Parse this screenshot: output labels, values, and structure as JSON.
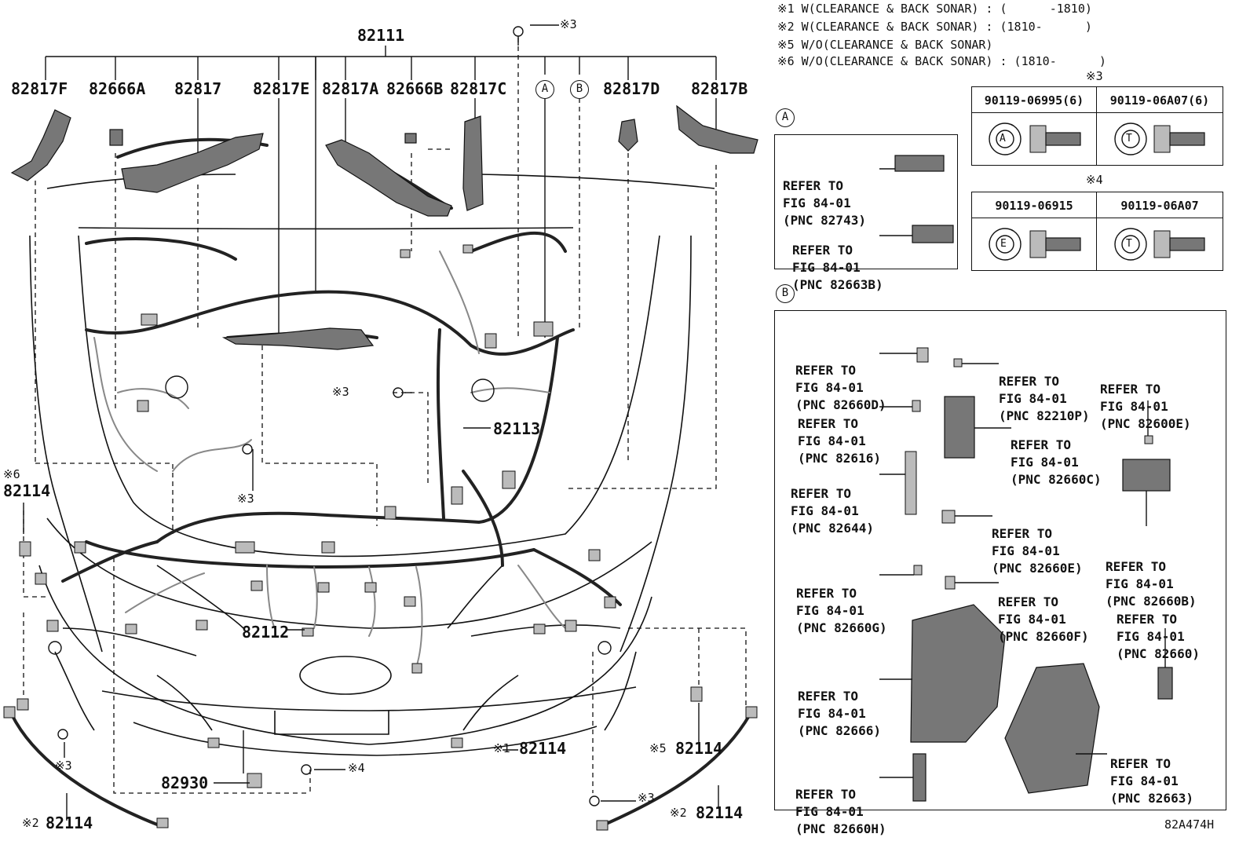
{
  "notes": [
    "※1 W(CLEARANCE & BACK SONAR) : (      -1810)",
    "※2 W(CLEARANCE & BACK SONAR) : (1810-      )",
    "※5 W/O(CLEARANCE & BACK SONAR)",
    "※6 W/O(CLEARANCE & BACK SONAR) : (1810-      )"
  ],
  "main_part": "82111",
  "top_labels": [
    "82817F",
    "82666A",
    "82817",
    "82817E",
    "82817A",
    "82666B",
    "82817C",
    "A",
    "B",
    "82817D",
    "82817B"
  ],
  "callouts": {
    "n82113": "82113",
    "n82112": "82112",
    "n82114_left_prefix": "※6",
    "n82114_left": "82114",
    "n82114_bottom_left_prefix": "※2",
    "n82114_bottom_left": "82114",
    "n82114_mid_prefix": "※1",
    "n82114_mid": "82114",
    "n82114_right5_prefix": "※5",
    "n82114_right5": "82114",
    "n82114_right2_prefix": "※2",
    "n82114_right2": "82114",
    "n82930": "82930",
    "m3": "※3",
    "m4": "※4"
  },
  "bolt_table_3": {
    "mark": "※3",
    "cols": [
      {
        "part": "90119-06995(6)",
        "letter": "A"
      },
      {
        "part": "90119-06A07(6)",
        "letter": "T"
      }
    ]
  },
  "bolt_table_4": {
    "mark": "※4",
    "cols": [
      {
        "part": "90119-06915",
        "letter": "E"
      },
      {
        "part": "90119-06A07",
        "letter": "T"
      }
    ]
  },
  "box_a": {
    "label": "A",
    "refs": [
      {
        "l1": "REFER TO",
        "l2": "FIG 84-01",
        "l3": "(PNC 82743)"
      },
      {
        "l1": "REFER TO",
        "l2": "FIG 84-01",
        "l3": "(PNC 82663B)"
      }
    ]
  },
  "box_b": {
    "label": "B",
    "refs": [
      {
        "l1": "REFER TO",
        "l2": "FIG 84-01",
        "l3": "(PNC 82660D)"
      },
      {
        "l1": "REFER TO",
        "l2": "FIG 84-01",
        "l3": "(PNC 82210P)"
      },
      {
        "l1": "REFER TO",
        "l2": "FIG 84-01",
        "l3": "(PNC 82600E)"
      },
      {
        "l1": "REFER TO",
        "l2": "FIG 84-01",
        "l3": "(PNC 82616)"
      },
      {
        "l1": "REFER TO",
        "l2": "FIG 84-01",
        "l3": "(PNC 82660C)"
      },
      {
        "l1": "REFER TO",
        "l2": "FIG 84-01",
        "l3": "(PNC 82644)"
      },
      {
        "l1": "REFER TO",
        "l2": "FIG 84-01",
        "l3": "(PNC 82660E)"
      },
      {
        "l1": "REFER TO",
        "l2": "FIG 84-01",
        "l3": "(PNC 82660B)"
      },
      {
        "l1": "REFER TO",
        "l2": "FIG 84-01",
        "l3": "(PNC 82660G)"
      },
      {
        "l1": "REFER TO",
        "l2": "FIG 84-01",
        "l3": "(PNC 82660F)"
      },
      {
        "l1": "REFER TO",
        "l2": "FIG 84-01",
        "l3": "(PNC 82660)"
      },
      {
        "l1": "REFER TO",
        "l2": "FIG 84-01",
        "l3": "(PNC 82666)"
      },
      {
        "l1": "REFER TO",
        "l2": "FIG 84-01",
        "l3": "(PNC 82663)"
      },
      {
        "l1": "REFER TO",
        "l2": "FIG 84-01",
        "l3": "(PNC 82660H)"
      }
    ]
  },
  "figure_code": "82A474H"
}
